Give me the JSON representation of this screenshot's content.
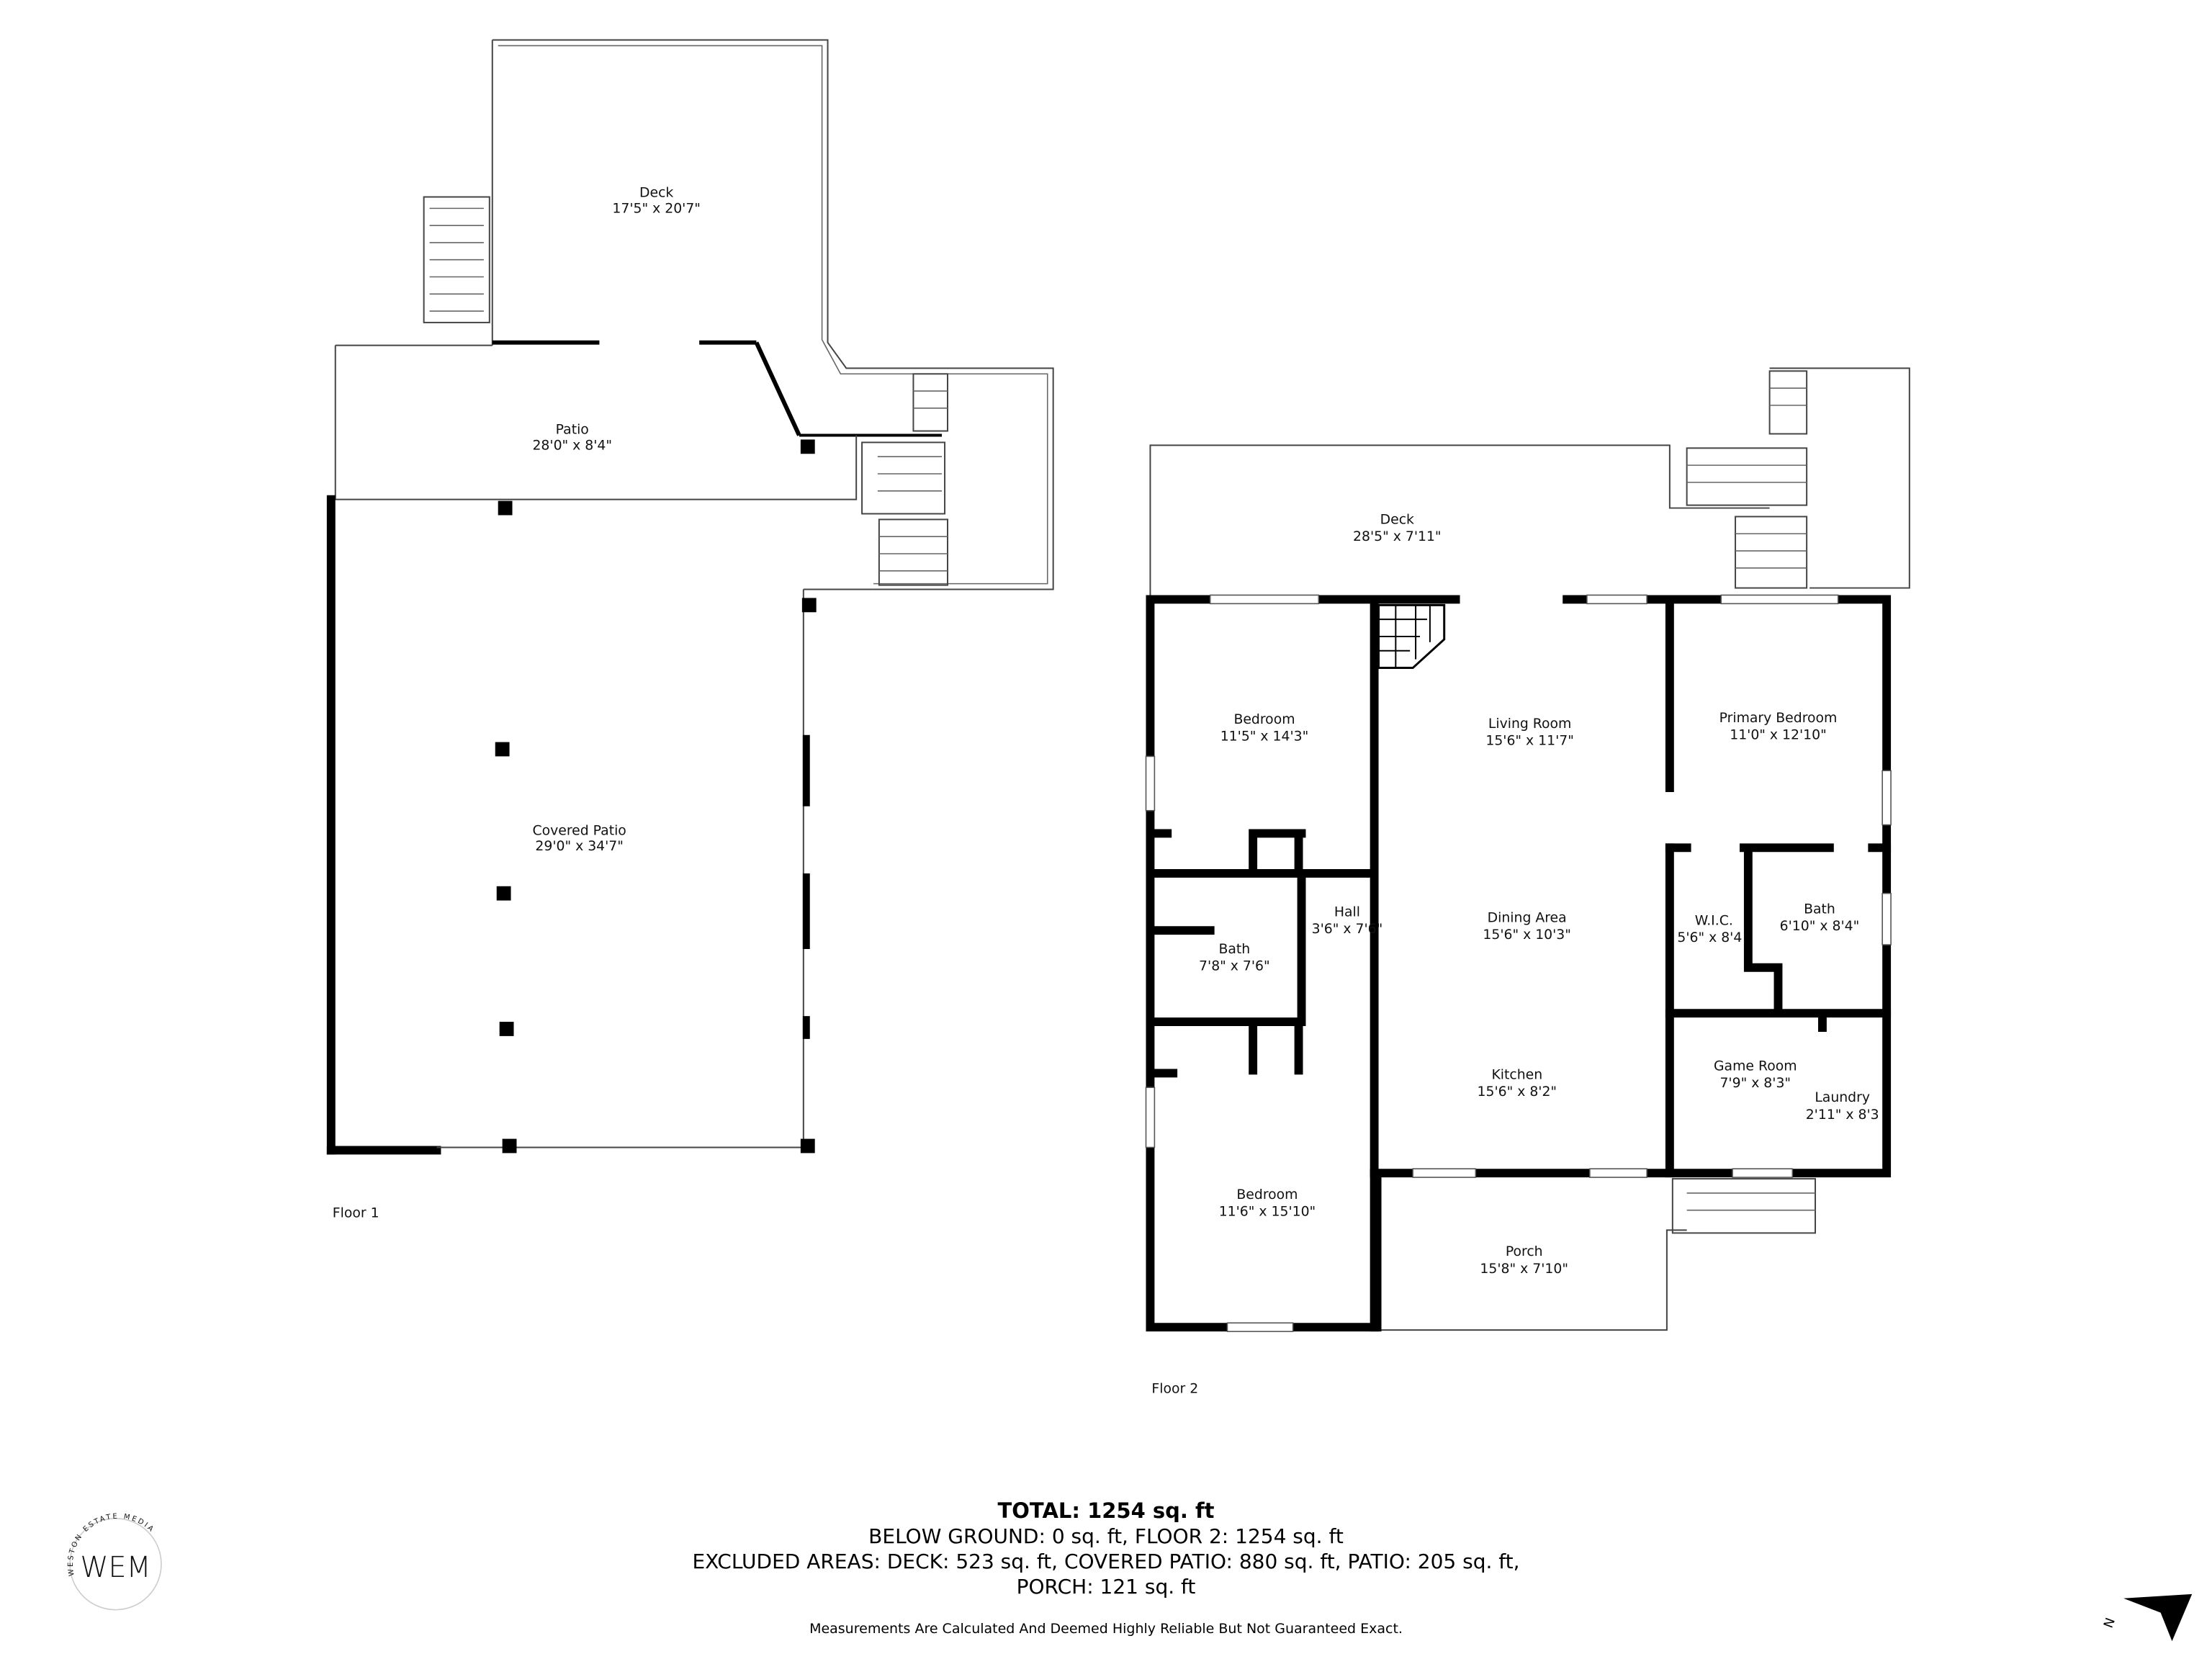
{
  "floor1": {
    "label": "Floor 1",
    "rooms": [
      {
        "name": "Deck",
        "size": "17'5\" x 20'7\""
      },
      {
        "name": "Patio",
        "size": "28'0\" x 8'4\""
      },
      {
        "name": "Covered Patio",
        "size": "29'0\" x 34'7\""
      }
    ]
  },
  "floor2": {
    "label": "Floor 2",
    "rooms": [
      {
        "name": "Deck",
        "size": "28'5\" x 7'11\""
      },
      {
        "name": "Bedroom",
        "size": "11'5\" x 14'3\""
      },
      {
        "name": "Living Room",
        "size": "15'6\" x 11'7\""
      },
      {
        "name": "Primary Bedroom",
        "size": "11'0\" x 12'10\""
      },
      {
        "name": "Hall",
        "size": "3'6\" x 7'6\""
      },
      {
        "name": "Bath",
        "size": "7'8\" x 7'6\""
      },
      {
        "name": "Dining Area",
        "size": "15'6\" x 10'3\""
      },
      {
        "name": "W.I.C.",
        "size": "5'6\" x 8'4"
      },
      {
        "name": "Bath",
        "size": "6'10\" x 8'4\""
      },
      {
        "name": "Kitchen",
        "size": "15'6\" x 8'2\""
      },
      {
        "name": "Game Room",
        "size": "7'9\" x 8'3\""
      },
      {
        "name": "Laundry",
        "size": "2'11\" x 8'3"
      },
      {
        "name": "Bedroom",
        "size": "11'6\" x 15'10\""
      },
      {
        "name": "Porch",
        "size": "15'8\" x 7'10\""
      }
    ]
  },
  "summary": {
    "total": "TOTAL: 1254 sq. ft",
    "line1": "BELOW GROUND: 0 sq. ft, FLOOR 2: 1254 sq. ft",
    "line2": "EXCLUDED AREAS: DECK: 523 sq. ft, COVERED PATIO: 880 sq. ft, PATIO: 205 sq. ft,",
    "line3": "PORCH: 121 sq. ft",
    "disclaimer": "Measurements Are Calculated And Deemed Highly Reliable But Not Guaranteed Exact."
  },
  "logo": {
    "initials": "WEM",
    "arc_text": "WESTON ESTATE MEDIA"
  },
  "compass": {
    "label": "N"
  }
}
